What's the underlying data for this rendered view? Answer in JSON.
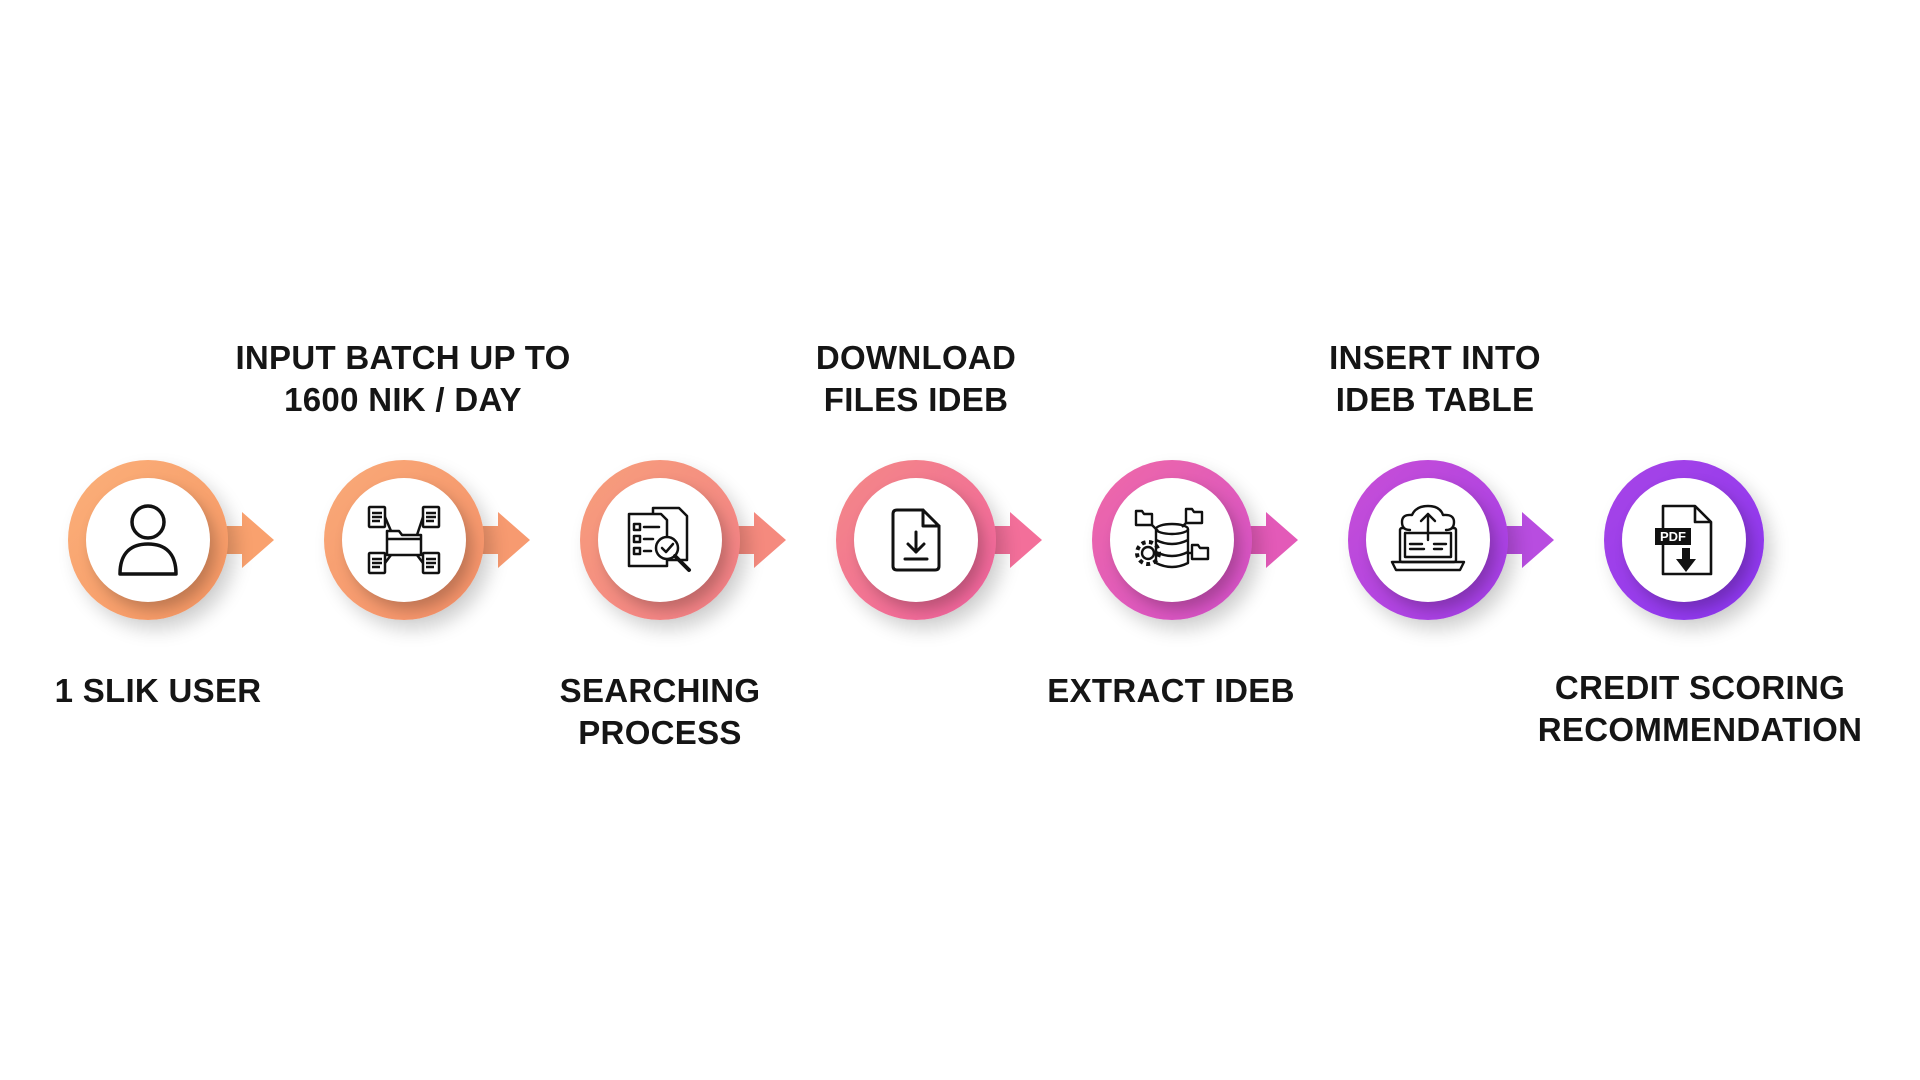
{
  "diagram": {
    "type": "process-flow",
    "steps": [
      {
        "id": "step1",
        "label_lines": [
          "1 SLIK USER"
        ],
        "icon": "user-icon",
        "color": "#F9A16E"
      },
      {
        "id": "step2",
        "label_lines": [
          "INPUT BATCH UP TO",
          "1600 NIK / DAY"
        ],
        "icon": "folder-network-icon",
        "color": "#F79A70"
      },
      {
        "id": "step3",
        "label_lines": [
          "SEARCHING",
          "PROCESS"
        ],
        "icon": "document-search-icon",
        "color": "#F58A7E"
      },
      {
        "id": "step4",
        "label_lines": [
          "DOWNLOAD",
          "FILES IDEB"
        ],
        "icon": "file-download-icon",
        "color": "#F36F9A"
      },
      {
        "id": "step5",
        "label_lines": [
          "EXTRACT IDEB"
        ],
        "icon": "database-gear-icon",
        "color": "#E35AB8"
      },
      {
        "id": "step6",
        "label_lines": [
          "INSERT INTO",
          "IDEB TABLE"
        ],
        "icon": "laptop-cloud-upload-icon",
        "color": "#B84DE0"
      },
      {
        "id": "step7",
        "label_lines": [
          "CREDIT SCORING",
          "RECOMMENDATION"
        ],
        "icon": "pdf-download-icon",
        "color": "#9B3DEB"
      }
    ],
    "pdf_badge_text": "PDF"
  }
}
